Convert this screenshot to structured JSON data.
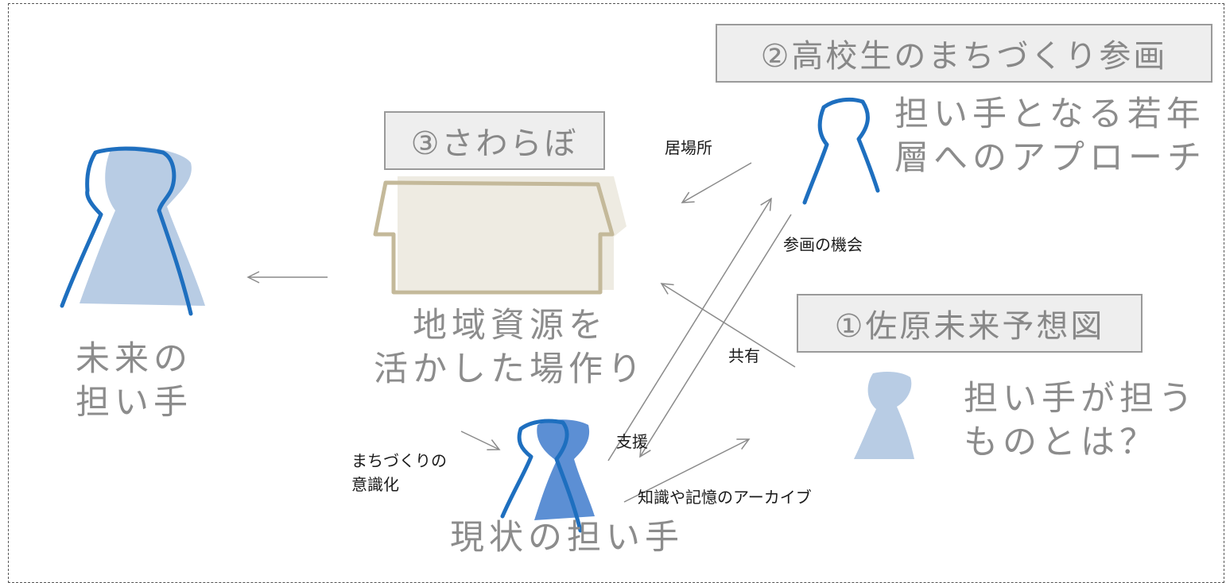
{
  "colors": {
    "accent_blue": "#1e6fbf",
    "light_blue": "#b8cce4",
    "mid_blue": "#5c8fd4",
    "house_outline": "#c4b99a",
    "house_fill": "#eeebe2",
    "arrow": "#8a8a8a",
    "text_gray": "#8c8c8c"
  },
  "boxes": {
    "box2": "②高校生のまちづくり参画",
    "box3": "③さわらぼ",
    "box1": "①佐原未来予想図"
  },
  "labels": {
    "future": "未来の\n担い手",
    "place": "地域資源を\n活かした場作り",
    "current": "現状の担い手",
    "young": "担い手となる若年\n層へのアプローチ",
    "question": "担い手が担う\nものとは？"
  },
  "arrows": {
    "ibasho": "居場所",
    "sankaku": "参画の機会",
    "kyoyu": "共有",
    "shien": "支援",
    "ishiki": "まちづくりの\n意識化",
    "archive": "知識や記憶のアーカイブ"
  },
  "icons": [
    "person-outline-icon",
    "person-filled-icon",
    "house-icon"
  ]
}
